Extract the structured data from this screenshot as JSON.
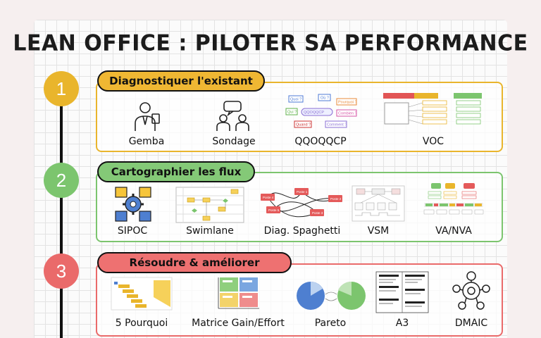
{
  "title": "LEAN OFFICE  : PILOTER SA PERFORMANCE",
  "colors": {
    "yellow": "#e9b52c",
    "green": "#7cc56e",
    "red": "#ea6a6a"
  },
  "steps": [
    {
      "number": "1",
      "heading": "Diagnostiquer l'existant",
      "items": [
        {
          "label": "Gemba",
          "icon": "person-clipboard-icon"
        },
        {
          "label": "Sondage",
          "icon": "survey-chat-icon"
        },
        {
          "label": "QQOQQCP",
          "icon": "qqoqqcp-bubbles-icon"
        },
        {
          "label": "VOC",
          "icon": "voc-diagram-icon"
        }
      ],
      "mini": {
        "qui": "Qui ?",
        "quoi": "Quoi ?",
        "ou": "Où ?",
        "quand": "Quand ?",
        "comment": "Comment ?",
        "combien": "Combien ?",
        "pourquoi": "Pourquoi ?",
        "qqoqqcp": "QQOQQCP"
      }
    },
    {
      "number": "2",
      "heading": "Cartographier les flux",
      "items": [
        {
          "label": "SIPOC",
          "icon": "sipoc-gear-icon"
        },
        {
          "label": "Swimlane",
          "icon": "swimlane-diagram-icon"
        },
        {
          "label": "Diag. Spaghetti",
          "icon": "spaghetti-diagram-icon"
        },
        {
          "label": "VSM",
          "icon": "vsm-map-icon"
        },
        {
          "label": "VA/NVA",
          "icon": "va-nva-diagram-icon"
        }
      ],
      "spaghetti": [
        "Poste 1",
        "Poste 2",
        "Poste 3",
        "Poste 4",
        "Poste 5"
      ]
    },
    {
      "number": "3",
      "heading": "Résoudre & améliorer",
      "items": [
        {
          "label": "5 Pourquoi",
          "icon": "five-why-icon"
        },
        {
          "label": "Matrice Gain/Effort",
          "icon": "gain-effort-matrix-icon"
        },
        {
          "label": "Pareto",
          "icon": "pareto-pie-icon"
        },
        {
          "label": "A3",
          "icon": "a3-report-icon"
        },
        {
          "label": "DMAIC",
          "icon": "dmaic-cycle-icon"
        }
      ]
    }
  ]
}
